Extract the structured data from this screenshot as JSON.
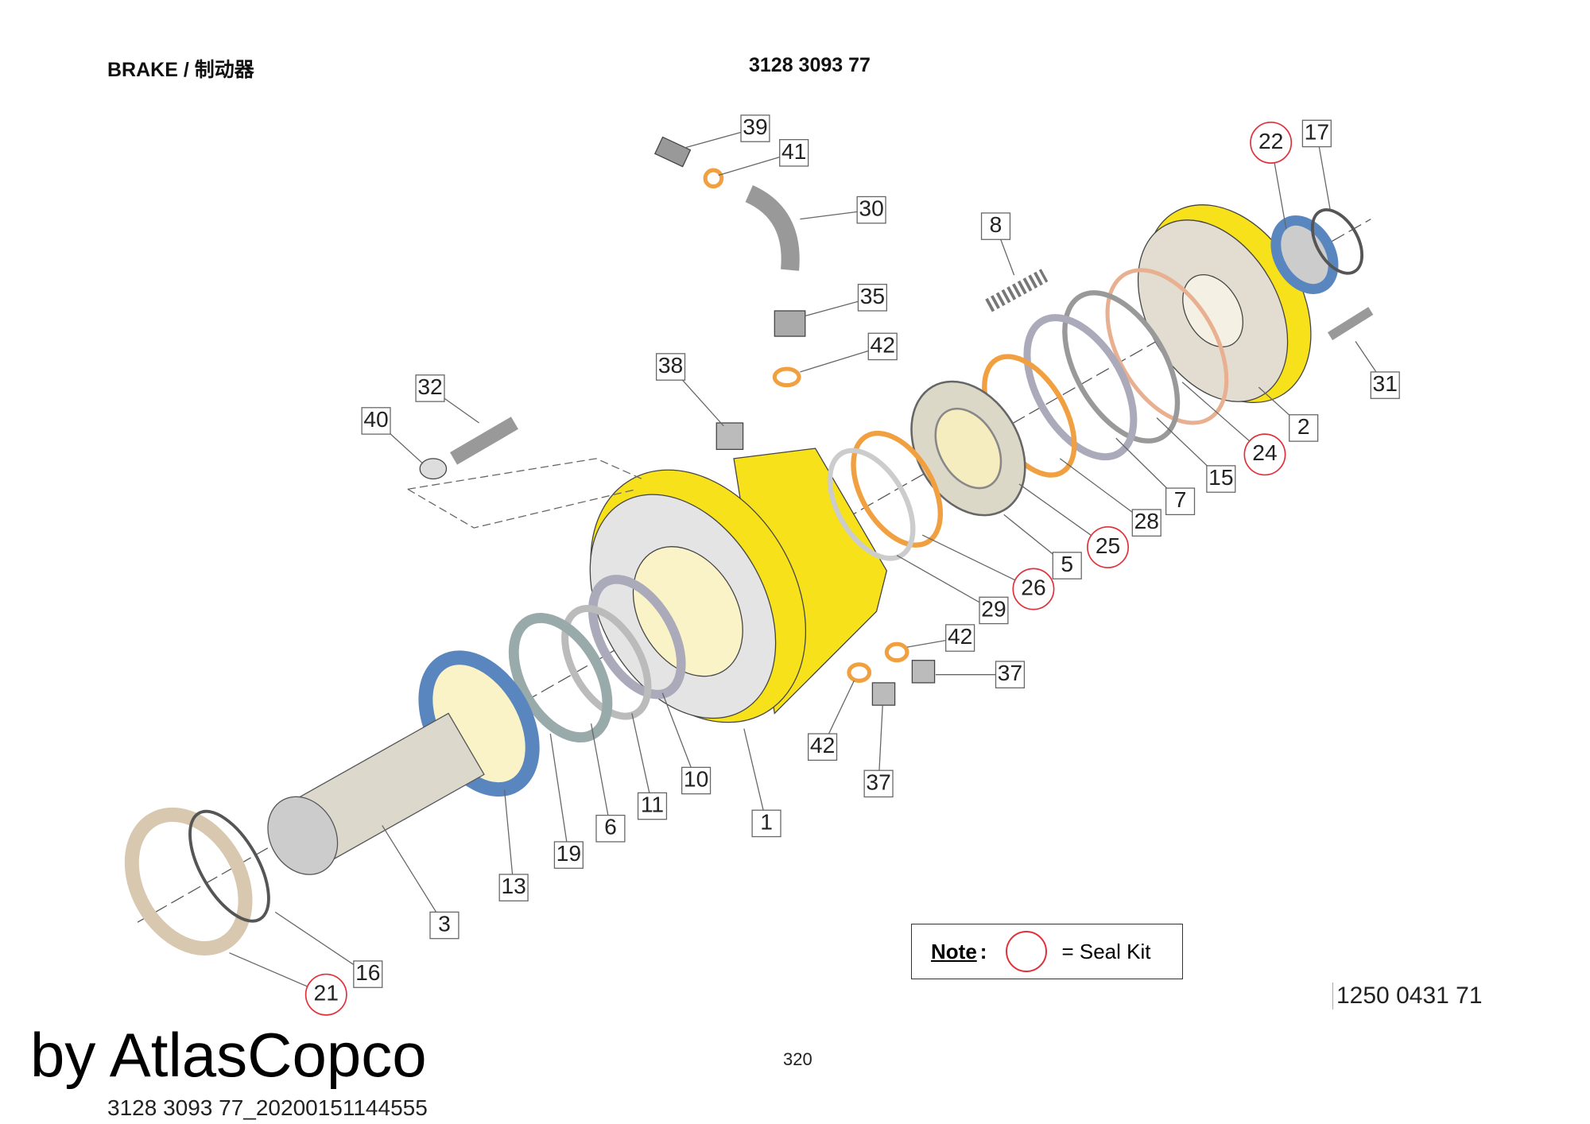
{
  "header": {
    "title": "BRAKE / 制动器",
    "code": "3128 3093 77"
  },
  "labels": [
    {
      "n": "39",
      "seal": false
    },
    {
      "n": "41",
      "seal": false
    },
    {
      "n": "30",
      "seal": false
    },
    {
      "n": "35",
      "seal": false
    },
    {
      "n": "42",
      "seal": false
    },
    {
      "n": "38",
      "seal": false
    },
    {
      "n": "32",
      "seal": false
    },
    {
      "n": "40",
      "seal": false
    },
    {
      "n": "8",
      "seal": false
    },
    {
      "n": "22",
      "seal": true
    },
    {
      "n": "17",
      "seal": false
    },
    {
      "n": "31",
      "seal": false
    },
    {
      "n": "2",
      "seal": false
    },
    {
      "n": "24",
      "seal": true
    },
    {
      "n": "15",
      "seal": false
    },
    {
      "n": "7",
      "seal": false
    },
    {
      "n": "28",
      "seal": false
    },
    {
      "n": "25",
      "seal": true
    },
    {
      "n": "5",
      "seal": false
    },
    {
      "n": "26",
      "seal": true
    },
    {
      "n": "29",
      "seal": false
    },
    {
      "n": "42",
      "seal": false
    },
    {
      "n": "37",
      "seal": false
    },
    {
      "n": "42",
      "seal": false
    },
    {
      "n": "37",
      "seal": false
    },
    {
      "n": "10",
      "seal": false
    },
    {
      "n": "11",
      "seal": false
    },
    {
      "n": "1",
      "seal": false
    },
    {
      "n": "6",
      "seal": false
    },
    {
      "n": "19",
      "seal": false
    },
    {
      "n": "13",
      "seal": false
    },
    {
      "n": "3",
      "seal": false
    },
    {
      "n": "16",
      "seal": false
    },
    {
      "n": "21",
      "seal": true
    }
  ],
  "note": {
    "label": "Note",
    "colon": ":",
    "text": "= Seal Kit"
  },
  "part_number": "1250 0431 71",
  "page_number": "320",
  "footer_code": "3128 3093 77_20200151144555",
  "watermark": "by AtlasCopco",
  "colors": {
    "housing": "#f7e11a",
    "seal": "#e0303a",
    "oring": "#f0a040",
    "bearing": "#5a86c0"
  }
}
